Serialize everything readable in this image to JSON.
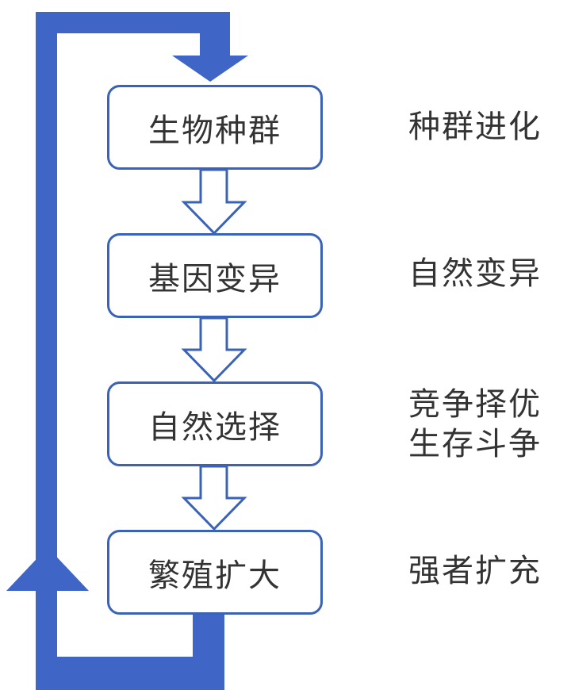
{
  "colors": {
    "loop_arrow": "#3f66c6",
    "box_border": "#3a63b8",
    "text": "#333333"
  },
  "steps": [
    {
      "label": "生物种群",
      "note_lines": [
        "种群进化"
      ]
    },
    {
      "label": "基因变异",
      "note_lines": [
        "自然变异"
      ]
    },
    {
      "label": "自然选择",
      "note_lines": [
        "竞争择优",
        "生存斗争"
      ]
    },
    {
      "label": "繁殖扩大",
      "note_lines": [
        "强者扩充"
      ]
    }
  ]
}
